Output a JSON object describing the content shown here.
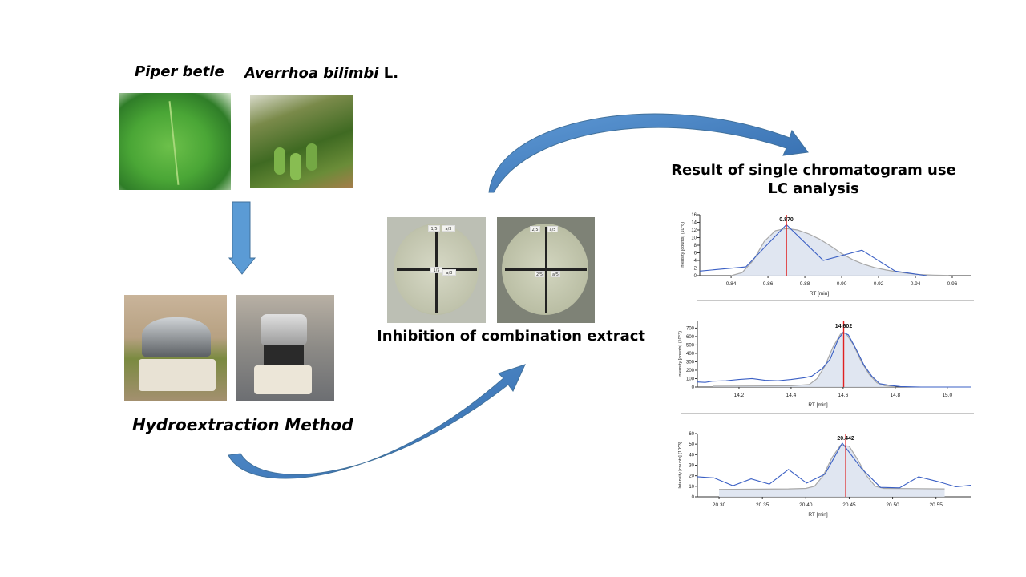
{
  "labels": {
    "piper": "Piper betle",
    "averrhoa_species": "Averrhoa bilimbi",
    "averrhoa_author": "L.",
    "method": "Hydroextraction Method",
    "inhibition": "Inhibition of combination extract",
    "result_line1": "Result of single chromatogram use",
    "result_line2": "LC analysis"
  },
  "plate_labels": [
    "1/5",
    "a/3",
    "1/5",
    "a/3",
    "2/5",
    "a/5",
    "2/5",
    "a/5"
  ],
  "colors": {
    "arrow": "#4a86c8",
    "trace": "#3a5fc4",
    "fit": "#a8a8a8",
    "fill": "#dde3f0",
    "marker": "#e02020"
  },
  "chart_data": [
    {
      "type": "line",
      "xlabel": "RT [min]",
      "ylabel": "Intensity [counts] (10^6)",
      "peak_label": "0.870",
      "peak_x": 0.87,
      "xlim": [
        0.823,
        0.97
      ],
      "ylim": [
        0,
        16
      ],
      "xticks": [
        "0.84",
        "0.86",
        "0.88",
        "0.90",
        "0.92",
        "0.94",
        "0.96"
      ],
      "xtick_vals": [
        0.84,
        0.86,
        0.88,
        0.9,
        0.92,
        0.94,
        0.96
      ],
      "yticks": [
        0,
        2,
        4,
        6,
        8,
        10,
        12,
        14,
        16
      ],
      "series": [
        {
          "name": "trace",
          "x": [
            0.823,
            0.848,
            0.87,
            0.89,
            0.911,
            0.929,
            0.946
          ],
          "y": [
            1.2,
            2.3,
            13.4,
            4.0,
            6.7,
            1.2,
            0.0
          ]
        },
        {
          "name": "fit",
          "x": [
            0.84,
            0.846,
            0.852,
            0.858,
            0.864,
            0.87,
            0.876,
            0.882,
            0.888,
            0.894,
            0.9,
            0.906,
            0.912,
            0.918,
            0.924,
            0.93,
            0.936,
            0.942,
            0.95,
            0.958
          ],
          "y": [
            0.0,
            0.8,
            4.0,
            9.0,
            11.8,
            12.4,
            12.0,
            11.0,
            9.6,
            7.8,
            5.8,
            4.2,
            3.0,
            2.1,
            1.5,
            1.0,
            0.6,
            0.3,
            0.15,
            0.05
          ]
        }
      ]
    },
    {
      "type": "line",
      "xlabel": "RT [min]",
      "ylabel": "Intensity [counts] (10^3)",
      "peak_label": "14.602",
      "peak_x": 14.602,
      "xlim": [
        14.04,
        15.09
      ],
      "ylim": [
        0,
        780
      ],
      "xticks": [
        "14.2",
        "14.4",
        "14.6",
        "14.8",
        "15.0"
      ],
      "xtick_vals": [
        14.2,
        14.4,
        14.6,
        14.8,
        15.0
      ],
      "yticks": [
        0,
        100,
        200,
        300,
        400,
        500,
        600,
        700
      ],
      "series": [
        {
          "name": "trace",
          "x": [
            14.04,
            14.07,
            14.1,
            14.15,
            14.2,
            14.25,
            14.3,
            14.35,
            14.4,
            14.45,
            14.48,
            14.52,
            14.55,
            14.58,
            14.6,
            14.62,
            14.65,
            14.68,
            14.71,
            14.74,
            14.78,
            14.82,
            14.9,
            15.09
          ],
          "y": [
            60,
            55,
            70,
            75,
            90,
            100,
            80,
            75,
            90,
            110,
            130,
            220,
            330,
            560,
            650,
            620,
            450,
            260,
            130,
            40,
            20,
            5,
            0,
            0
          ]
        },
        {
          "name": "fit",
          "x": [
            14.1,
            14.4,
            14.47,
            14.5,
            14.53,
            14.56,
            14.59,
            14.61,
            14.64,
            14.67,
            14.7,
            14.73,
            14.76,
            14.8
          ],
          "y": [
            10,
            15,
            30,
            100,
            250,
            470,
            630,
            640,
            500,
            300,
            150,
            50,
            15,
            5
          ]
        }
      ]
    },
    {
      "type": "line",
      "xlabel": "RT [min]",
      "ylabel": "Intensity [counts] (10^3)",
      "peak_label": "20.442",
      "peak_x": 20.446,
      "xlim": [
        20.275,
        20.59
      ],
      "ylim": [
        0,
        60
      ],
      "xticks": [
        "20.30",
        "20.35",
        "20.40",
        "20.45",
        "20.50",
        "20.55"
      ],
      "xtick_vals": [
        20.3,
        20.35,
        20.4,
        20.45,
        20.5,
        20.55
      ],
      "yticks": [
        0,
        10,
        20,
        30,
        40,
        50,
        60
      ],
      "series": [
        {
          "name": "trace",
          "x": [
            20.275,
            20.294,
            20.316,
            20.337,
            20.358,
            20.38,
            20.401,
            20.422,
            20.442,
            20.464,
            20.486,
            20.508,
            20.53,
            20.552,
            20.573,
            20.59
          ],
          "y": [
            19,
            18,
            10.5,
            17,
            12,
            26,
            13,
            21.5,
            51,
            27,
            9,
            8.5,
            19,
            14.5,
            9.5,
            11
          ]
        },
        {
          "name": "fit",
          "x": [
            20.3,
            20.38,
            20.4,
            20.41,
            20.42,
            20.43,
            20.44,
            20.45,
            20.46,
            20.47,
            20.48,
            20.49,
            20.56
          ],
          "y": [
            7,
            7.5,
            8,
            10,
            20,
            37,
            49,
            48,
            35,
            20,
            10,
            8,
            7.5
          ]
        }
      ]
    }
  ]
}
